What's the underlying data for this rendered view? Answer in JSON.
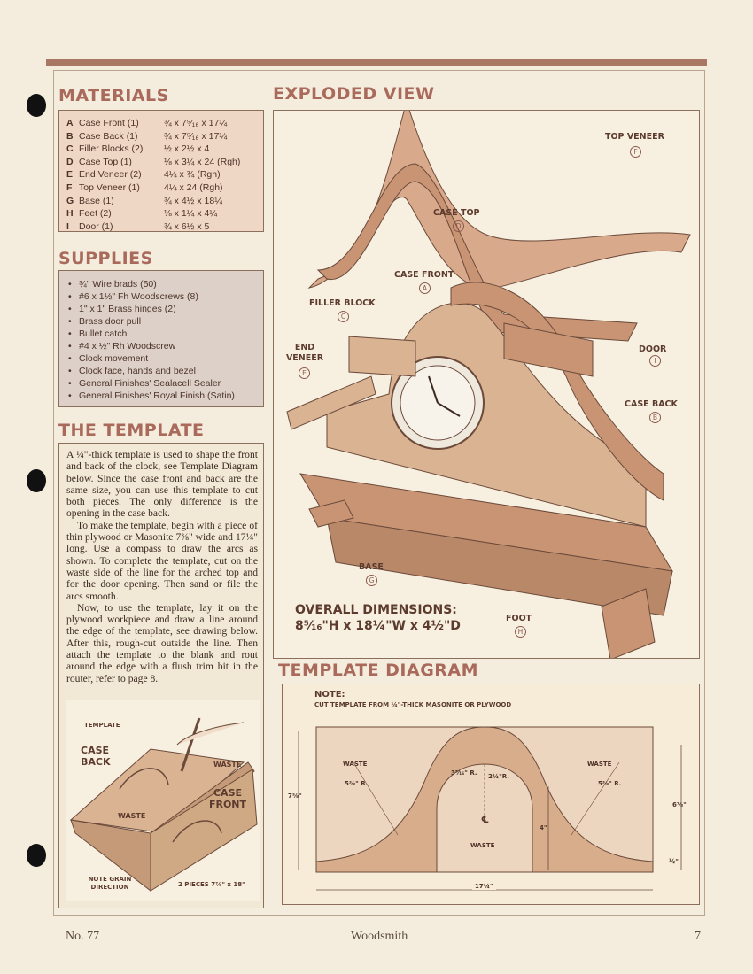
{
  "materials": {
    "heading": "MATERIALS",
    "items": [
      {
        "letter": "A",
        "part": "Case Front (1)",
        "dims": "¾ x 7⁵⁄₁₆ x 17¼"
      },
      {
        "letter": "B",
        "part": "Case Back (1)",
        "dims": "¾ x 7⁵⁄₁₆ x 17¼"
      },
      {
        "letter": "C",
        "part": "Filler Blocks (2)",
        "dims": "½ x 2½ x 4"
      },
      {
        "letter": "D",
        "part": "Case Top (1)",
        "dims": "⅛ x 3¼ x 24 (Rgh)"
      },
      {
        "letter": "E",
        "part": "End Veneer (2)",
        "dims": "4¼ x ¾ (Rgh)"
      },
      {
        "letter": "F",
        "part": "Top Veneer (1)",
        "dims": "4¼ x 24 (Rgh)"
      },
      {
        "letter": "G",
        "part": "Base (1)",
        "dims": "¾ x 4½ x 18¼"
      },
      {
        "letter": "H",
        "part": "Feet (2)",
        "dims": "⅛ x 1¼ x 4¼"
      },
      {
        "letter": "I",
        "part": "Door (1)",
        "dims": "¾ x 6½ x 5"
      }
    ]
  },
  "supplies": {
    "heading": "SUPPLIES",
    "items": [
      "¾\" Wire brads (50)",
      "#6 x 1½\" Fh Woodscrews (8)",
      "1\" x 1\" Brass hinges (2)",
      "Brass door pull",
      "Bullet catch",
      "#4 x ½\" Rh Woodscrew",
      "Clock movement",
      "Clock face, hands and bezel",
      "General Finishes' Sealacell Sealer",
      "General Finishes' Royal Finish (Satin)"
    ]
  },
  "template_section": {
    "heading": "THE TEMPLATE",
    "paragraphs": [
      "A ¼\"-thick template is used to shape the front and back of the clock, see Template Diagram below. Since the case front and back are the same size, you can use this template to cut both pieces. The only difference is the opening in the case back.",
      "To make the template, begin with a piece of thin plywood or Masonite 7⅜\" wide and 17¼\" long. Use a compass to draw the arcs as shown. To complete the template, cut on the waste side of the line for the arched top and for the door opening. Then sand or file the arcs smooth.",
      "Now, to use the template, lay it on the plywood workpiece and draw a line around the edge of the template, see drawing below. After this, rough-cut outside the line. Then attach the template to the blank and rout around the edge with a flush trim bit in the router, refer to page 8."
    ],
    "illustration": {
      "template": "TEMPLATE",
      "case_back": "CASE BACK",
      "waste_right": "WASTE",
      "case_front": "CASE FRONT",
      "waste_left": "WASTE",
      "grain": "NOTE GRAIN DIRECTION",
      "pieces": "2 PIECES 7⅞\" x 18\""
    }
  },
  "exploded_view": {
    "heading": "EXPLODED VIEW",
    "top_veneer": "TOP VENEER",
    "top_veneer_id": "F",
    "case_top": "CASE TOP",
    "case_top_id": "D",
    "case_front": "CASE FRONT",
    "case_front_id": "A",
    "filler_block": "FILLER BLOCK",
    "filler_block_id": "C",
    "end_veneer": "END VENEER",
    "end_veneer_id": "E",
    "door": "DOOR",
    "door_id": "I",
    "case_back": "CASE BACK",
    "case_back_id": "B",
    "base": "BASE",
    "base_id": "G",
    "foot": "FOOT",
    "foot_id": "H",
    "overall_title": "OVERALL DIMENSIONS:",
    "overall_dims": "8⁵⁄₁₆\"H x 18¼\"W x 4½\"D"
  },
  "template_diagram": {
    "heading": "TEMPLATE DIAGRAM",
    "note_title": "NOTE:",
    "note": "CUT TEMPLATE FROM ¼\"-THICK MASONITE OR PLYWOOD",
    "waste_left": "WASTE",
    "waste_right": "WASTE",
    "waste_center": "WASTE",
    "r_left": "5⅜\" R.",
    "r_right": "5⅜\" R.",
    "r_arch": "3⁵⁄₁₆\" R.",
    "r_inner": "2¼\"R.",
    "height": "7⅜\"",
    "width": "17¼\"",
    "door_height": "4\"",
    "right_height": "6⅞\"",
    "bottom_height": "½\"",
    "centerline": "℄"
  },
  "footer": {
    "issue": "No. 77",
    "magazine": "Woodsmith",
    "page": "7"
  }
}
